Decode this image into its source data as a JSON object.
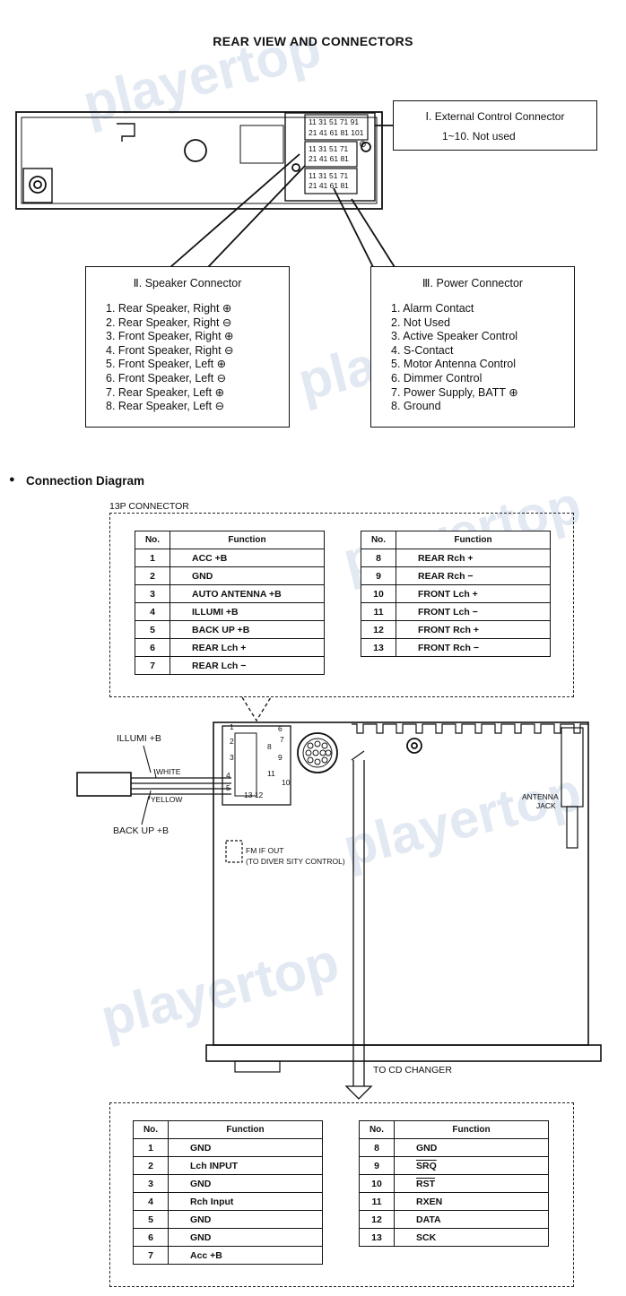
{
  "page_title": "REAR VIEW AND CONNECTORS",
  "rear_view": {
    "ext_connector_label": "Ⅰ. External Control Connector",
    "ext_connector_note": "1~10.  Not used",
    "pins_top": [
      "11 31 51 71 91",
      "21 41 61 81 101"
    ],
    "pins_mid": [
      "11 31 51 71",
      "21 41 61 81"
    ],
    "pins_bot": [
      "11 31 51 71",
      "21 41 61 81"
    ],
    "plus_sign": "⊕"
  },
  "speaker_connector": {
    "header": "Ⅱ. Speaker Connector",
    "items": [
      "1.  Rear Speaker, Right ⊕",
      "2.  Rear Speaker, Right  ⊖",
      "3.  Front Speaker, Right ⊕",
      "4.  Front Speaker, Right ⊖",
      "5.  Front Speaker, Left ⊕",
      "6.  Front Speaker, Left ⊖",
      "7.  Rear Speaker, Left ⊕",
      "8.  Rear Speaker, Left ⊖"
    ]
  },
  "power_connector": {
    "header": "Ⅲ. Power Connector",
    "items": [
      "1.  Alarm Contact",
      "2.  Not Used",
      "3.  Active Speaker Control",
      "4.  S-Contact",
      "5.  Motor Antenna Control",
      "6.  Dimmer Control",
      "7.  Power Supply, BATT ⊕",
      "8.  Ground"
    ]
  },
  "connection_diagram": {
    "heading": "Connection Diagram",
    "bullet": "●",
    "connector_label": "13P CONNECTOR",
    "table_headers": {
      "no": "No.",
      "function": "Function"
    },
    "table_13p_left": [
      {
        "no": "1",
        "function": "ACC +B"
      },
      {
        "no": "2",
        "function": "GND"
      },
      {
        "no": "3",
        "function": "AUTO ANTENNA +B"
      },
      {
        "no": "4",
        "function": "ILLUMI +B"
      },
      {
        "no": "5",
        "function": "BACK UP +B"
      },
      {
        "no": "6",
        "function": "REAR Lch +"
      },
      {
        "no": "7",
        "function": "REAR Lch −"
      }
    ],
    "table_13p_right": [
      {
        "no": "8",
        "function": "REAR Rch +"
      },
      {
        "no": "9",
        "function": "REAR Rch −"
      },
      {
        "no": "10",
        "function": "FRONT Lch +"
      },
      {
        "no": "11",
        "function": "FRONT Lch −"
      },
      {
        "no": "12",
        "function": "FRONT Rch +"
      },
      {
        "no": "13",
        "function": "FRONT Rch −"
      }
    ],
    "labels": {
      "illumi": "ILLUMI +B",
      "white": "WHITE",
      "yellow": "YELLOW",
      "backup": "BACK UP +B",
      "antenna_jack_1": "ANTENNA",
      "antenna_jack_2": "JACK",
      "fm_if_out": "FM IF OUT",
      "diversity": "(TO DIVER SITY CONTROL)",
      "to_cd_changer": "TO CD CHANGER",
      "pin_nums": [
        "1",
        "2",
        "3",
        "4",
        "5",
        "6",
        "7",
        "8",
        "9",
        "10",
        "11",
        "13 12"
      ]
    },
    "table_cd_left": [
      {
        "no": "1",
        "function": "GND"
      },
      {
        "no": "2",
        "function": "Lch INPUT"
      },
      {
        "no": "3",
        "function": "GND"
      },
      {
        "no": "4",
        "function": "Rch Input"
      },
      {
        "no": "5",
        "function": "GND"
      },
      {
        "no": "6",
        "function": "GND"
      },
      {
        "no": "7",
        "function": "Acc +B"
      }
    ],
    "table_cd_right": [
      {
        "no": "8",
        "function": "GND"
      },
      {
        "no": "9",
        "function": "SRQ"
      },
      {
        "no": "10",
        "function": "RST"
      },
      {
        "no": "11",
        "function": "RXEN"
      },
      {
        "no": "12",
        "function": "DATA"
      },
      {
        "no": "13",
        "function": "SCK"
      }
    ]
  },
  "watermark": "playertop"
}
